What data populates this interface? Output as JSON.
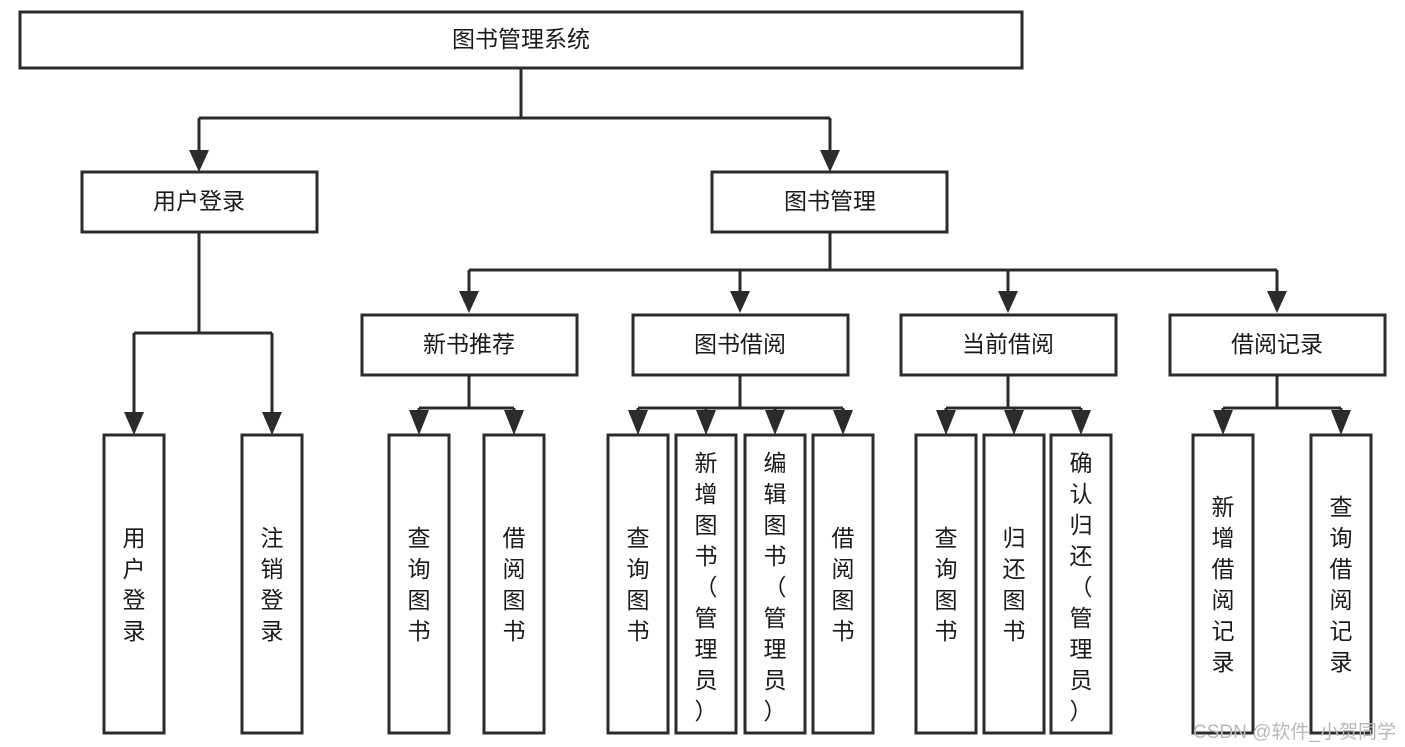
{
  "diagram": {
    "title": "图书管理系统",
    "type": "tree",
    "nodes": {
      "root": {
        "label": "图书管理系统",
        "level": 1
      },
      "login": {
        "label": "用户登录",
        "level": 2
      },
      "book_mgmt": {
        "label": "图书管理",
        "level": 2
      },
      "new_book_rec": {
        "label": "新书推荐",
        "level": 3
      },
      "book_borrow": {
        "label": "图书借阅",
        "level": 3
      },
      "current_borrow": {
        "label": "当前借阅",
        "level": 3
      },
      "borrow_record": {
        "label": "借阅记录",
        "level": 3
      },
      "leaf_user_login": {
        "label": "用户登录",
        "level": 4
      },
      "leaf_logout": {
        "label": "注销登录",
        "level": 4
      },
      "leaf_query_book_1": {
        "label": "查询图书",
        "level": 4
      },
      "leaf_borrow_book_1": {
        "label": "借阅图书",
        "level": 4
      },
      "leaf_query_book_2": {
        "label": "查询图书",
        "level": 4
      },
      "leaf_add_book": {
        "label": "新增图书（管理员）",
        "level": 4
      },
      "leaf_edit_book": {
        "label": "编辑图书（管理员）",
        "level": 4
      },
      "leaf_borrow_book_2": {
        "label": "借阅图书",
        "level": 4
      },
      "leaf_query_book_3": {
        "label": "查询图书",
        "level": 4
      },
      "leaf_return_book": {
        "label": "归还图书",
        "level": 4
      },
      "leaf_confirm_return": {
        "label": "确认归还（管理员）",
        "level": 4
      },
      "leaf_add_record": {
        "label": "新增借阅记录",
        "level": 4
      },
      "leaf_query_record": {
        "label": "查询借阅记录",
        "level": 4
      }
    },
    "colors": {
      "stroke": "#2b2b2b",
      "fill": "#ffffff",
      "text": "#1a1a1a",
      "watermark": "#b8b8b8",
      "background": "#ffffff"
    }
  },
  "watermark": {
    "text": "CSDN @软件_小贺同学"
  }
}
